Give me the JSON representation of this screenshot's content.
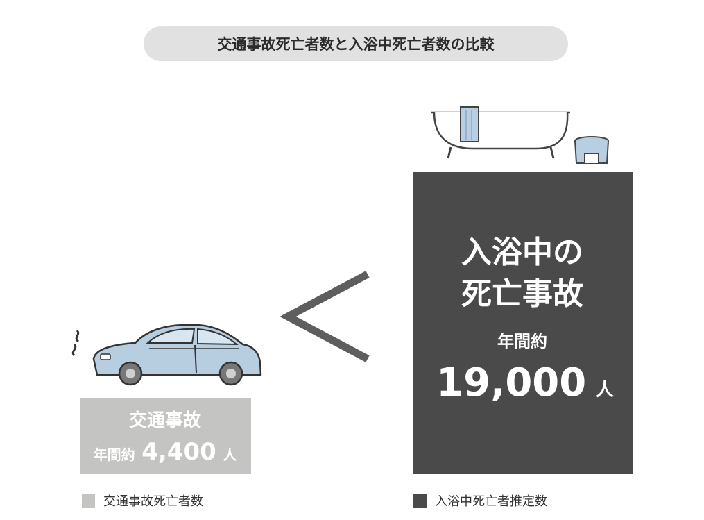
{
  "title": "交通事故死亡者数と入浴中死亡者数の比較",
  "colors": {
    "traffic": "#c4c4c2",
    "bath": "#4a4a4a",
    "compare": "#5e5e5e"
  },
  "chart_data": {
    "type": "bar",
    "categories": [
      "交通事故",
      "入浴中の死亡事故"
    ],
    "series": [
      {
        "name": "交通事故死亡者数",
        "values": [
          4400,
          null
        ]
      },
      {
        "name": "入浴中死亡者推定数",
        "values": [
          null,
          19000
        ]
      }
    ],
    "ylim": [
      0,
      19000
    ],
    "bars": [
      {
        "label_lines": [
          "交通事故"
        ],
        "prefix": "年間約",
        "value": 4400,
        "value_text": "4,400",
        "unit": "人",
        "color": "#c4c4c2"
      },
      {
        "label_lines": [
          "入浴中の",
          "死亡事故"
        ],
        "prefix": "年間約",
        "value": 19000,
        "value_text": "19,000",
        "unit": "人",
        "color": "#4a4a4a"
      }
    ],
    "comparison_symbol": "<",
    "legend": [
      {
        "label": "交通事故死亡者数",
        "color": "#c4c4c2"
      },
      {
        "label": "入浴中死亡者推定数",
        "color": "#4a4a4a"
      }
    ]
  },
  "illustrations": [
    "car-icon",
    "bathtub-icon",
    "bath-stool-icon"
  ]
}
